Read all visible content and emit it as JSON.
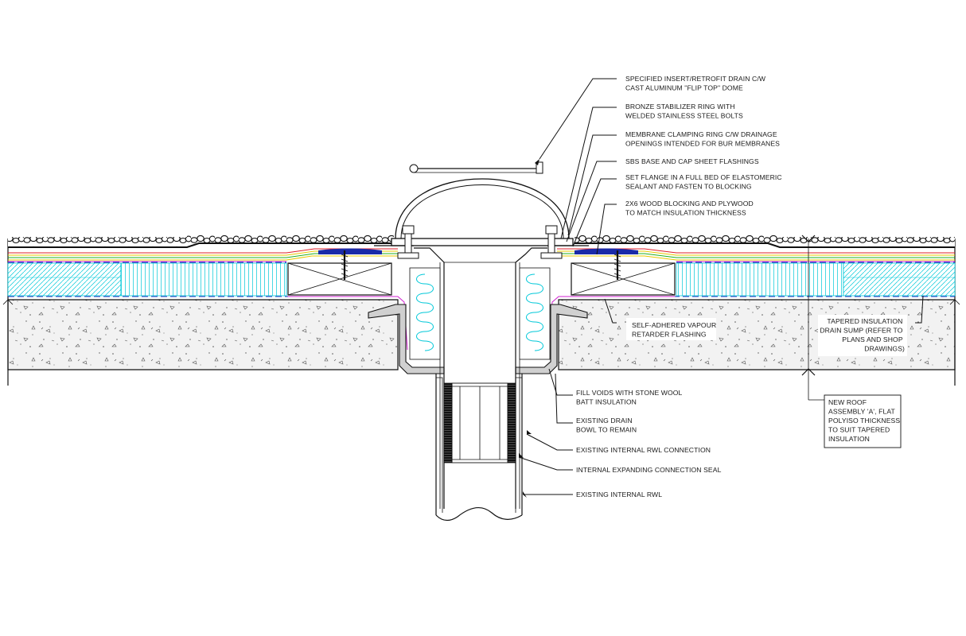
{
  "labels": {
    "drain": [
      "SPECIFIED INSERT/RETROFIT DRAIN C/W",
      "CAST ALUMINUM \"FLIP TOP\" DOME"
    ],
    "stabilizer": [
      "BRONZE STABILIZER RING WITH",
      "WELDED STAINLESS STEEL BOLTS"
    ],
    "clamping": [
      "MEMBRANE CLAMPING RING C/W DRAINAGE",
      "OPENINGS INTENDED FOR BUR MEMBRANES"
    ],
    "flashings": [
      "SBS BASE AND CAP SHEET FLASHINGS"
    ],
    "flange": [
      "SET FLANGE IN A FULL BED OF ELASTOMERIC",
      "SEALANT AND FASTEN TO BLOCKING"
    ],
    "blocking": [
      "2X6 WOOD BLOCKING AND PLYWOOD",
      "TO MATCH INSULATION THICKNESS"
    ],
    "vapour": [
      "SELF-ADHERED VAPOUR",
      "RETARDER FLASHING"
    ],
    "sump": [
      "TAPERED INSULATION",
      "DRAIN SUMP (REFER TO",
      "PLANS AND SHOP",
      "DRAWINGS)"
    ],
    "assembly": [
      "NEW ROOF",
      "ASSEMBLY 'A', FLAT",
      "POLYISO THICKNESS",
      "TO SUIT TAPERED",
      "INSULATION"
    ],
    "fill": [
      "FILL VOIDS WITH STONE WOOL",
      "BATT INSULATION"
    ],
    "bowl": [
      "EXISTING DRAIN",
      "BOWL TO REMAIN"
    ],
    "rwl_connection": [
      "EXISTING INTERNAL RWL CONNECTION"
    ],
    "seal": [
      "INTERNAL EXPANDING CONNECTION SEAL"
    ],
    "rwl": [
      "EXISTING INTERNAL RWL"
    ]
  },
  "colors": {
    "line": "#111111",
    "insulation_hatch": "#00c8d8",
    "membrane_red": "#e0202a",
    "membrane_green": "#22b022",
    "membrane_yellow": "#e8c800",
    "membrane_magenta": "#d020d0",
    "membrane_blue": "#1a2aa8",
    "vapour_dash": "#2030c0"
  }
}
